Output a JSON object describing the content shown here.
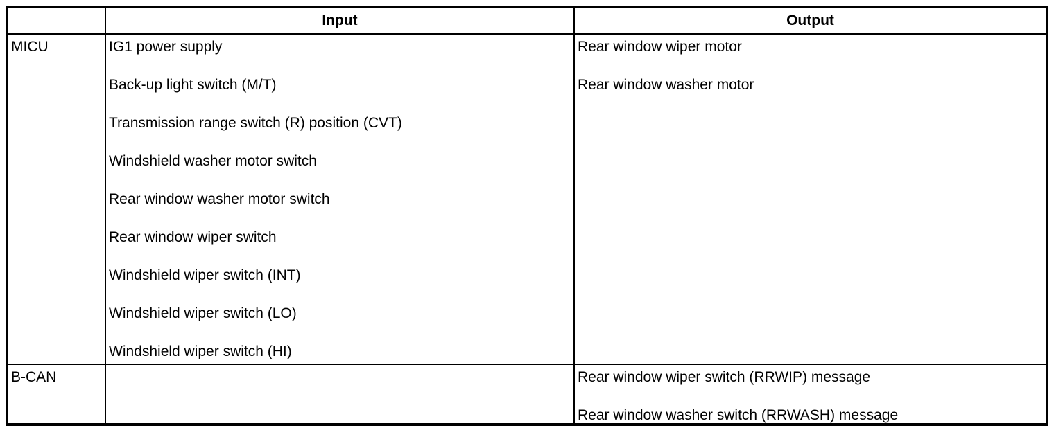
{
  "colors": {
    "border": "#000000",
    "background": "#ffffff",
    "text": "#000000"
  },
  "table": {
    "headers": {
      "label": "",
      "input": "Input",
      "output": "Output"
    },
    "rows": [
      {
        "label": "MICU",
        "inputs": [
          "IG1 power supply",
          "Back-up light switch (M/T)",
          "Transmission range switch (R) position (CVT)",
          "Windshield washer motor switch",
          "Rear window washer motor switch",
          "Rear window wiper switch",
          "Windshield wiper switch (INT)",
          "Windshield wiper switch (LO)",
          "Windshield wiper switch (HI)"
        ],
        "outputs": [
          "Rear window wiper motor",
          "Rear window washer motor"
        ]
      },
      {
        "label": "B-CAN",
        "inputs": [],
        "outputs": [
          "Rear window wiper switch (RRWIP) message",
          "Rear window washer switch (RRWASH) message"
        ]
      }
    ]
  }
}
